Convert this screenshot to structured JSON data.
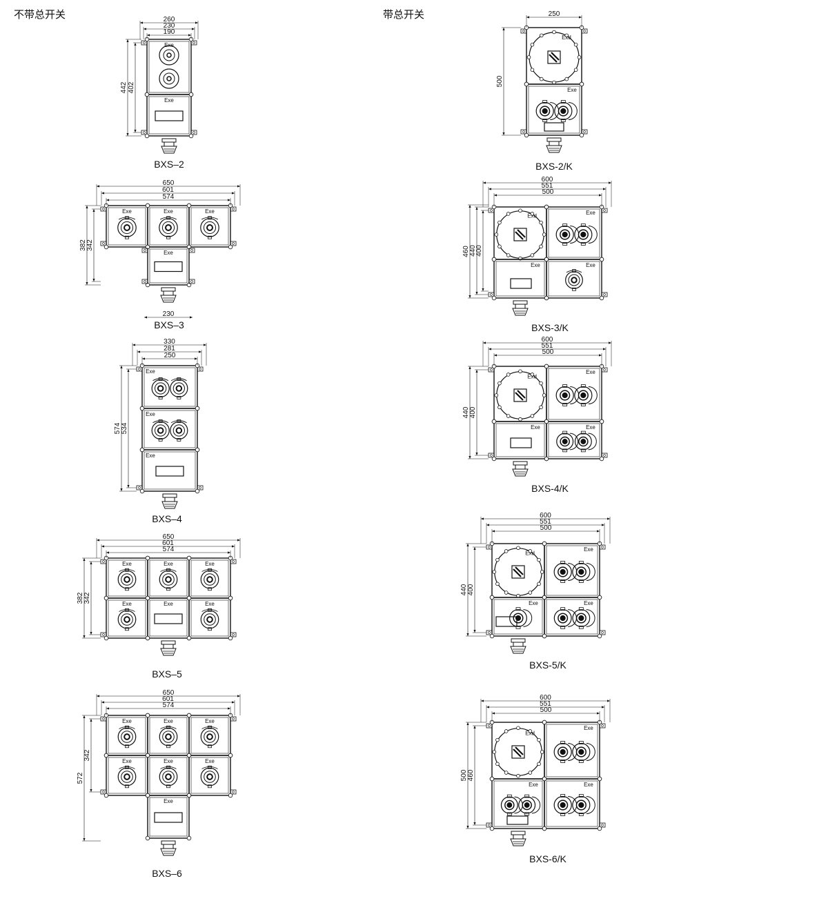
{
  "headings": {
    "left": "不带总开关",
    "right": "带总开关"
  },
  "mark_labels": {
    "exe": "Exe",
    "exd": "Exd"
  },
  "models_without_switch": [
    {
      "caption": "BXS–2",
      "width_dims": [
        "260",
        "230",
        "190"
      ],
      "height_dims": [
        "442",
        "402"
      ],
      "bottom_dim": ""
    },
    {
      "caption": "BXS–3",
      "width_dims": [
        "650",
        "601",
        "574"
      ],
      "height_dims": [
        "382",
        "342"
      ],
      "bottom_dim": "230"
    },
    {
      "caption": "BXS–4",
      "width_dims": [
        "330",
        "281",
        "250"
      ],
      "height_dims": [
        "574",
        "534"
      ],
      "bottom_dim": ""
    },
    {
      "caption": "BXS–5",
      "width_dims": [
        "650",
        "601",
        "574"
      ],
      "height_dims": [
        "382",
        "342"
      ],
      "bottom_dim": ""
    },
    {
      "caption": "BXS–6",
      "width_dims": [
        "650",
        "601",
        "574"
      ],
      "height_dims": [
        "572",
        "342"
      ],
      "bottom_dim": ""
    }
  ],
  "models_with_switch": [
    {
      "caption": "BXS-2/K",
      "width_dims": [
        "250"
      ],
      "height_dims": [
        "500"
      ]
    },
    {
      "caption": "BXS-3/K",
      "width_dims": [
        "600",
        "551",
        "500"
      ],
      "height_dims": [
        "460",
        "440",
        "400"
      ]
    },
    {
      "caption": "BXS-4/K",
      "width_dims": [
        "600",
        "551",
        "500"
      ],
      "height_dims": [
        "440",
        "400"
      ]
    },
    {
      "caption": "BXS-5/K",
      "width_dims": [
        "600",
        "551",
        "500"
      ],
      "height_dims": [
        "440",
        "400"
      ]
    },
    {
      "caption": "BXS-6/K",
      "width_dims": [
        "600",
        "551",
        "500"
      ],
      "height_dims": [
        "500",
        "460"
      ]
    }
  ]
}
